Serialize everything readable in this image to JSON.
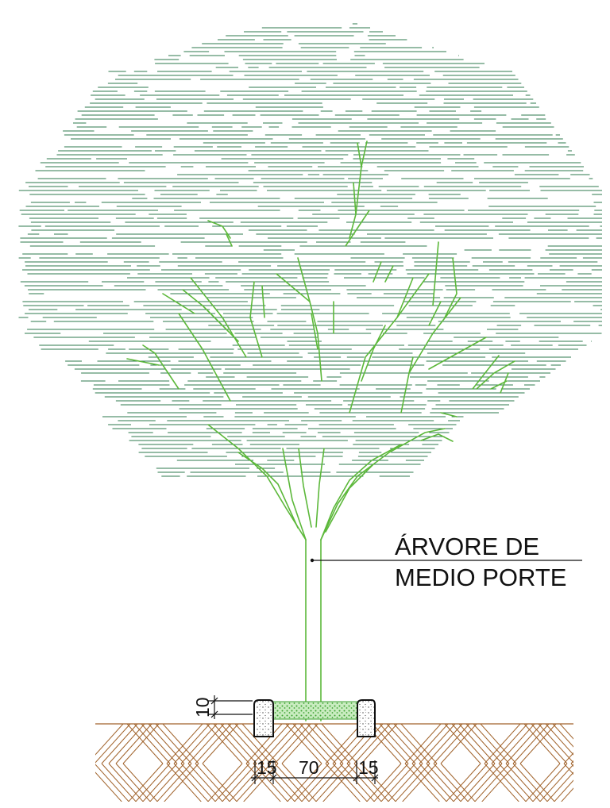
{
  "drawing": {
    "label_line1": "ÁRVORE DE",
    "label_line2": "MEDIO PORTE",
    "dims": {
      "curb_height": "10",
      "curb_left_width": "15",
      "planter_width": "70",
      "curb_right_width": "15"
    }
  },
  "colors": {
    "canopy": "#2d7a4c",
    "branches": "#5cb83a",
    "grass": "#58c24a",
    "soil": "#a0622a",
    "ink": "#111111"
  }
}
